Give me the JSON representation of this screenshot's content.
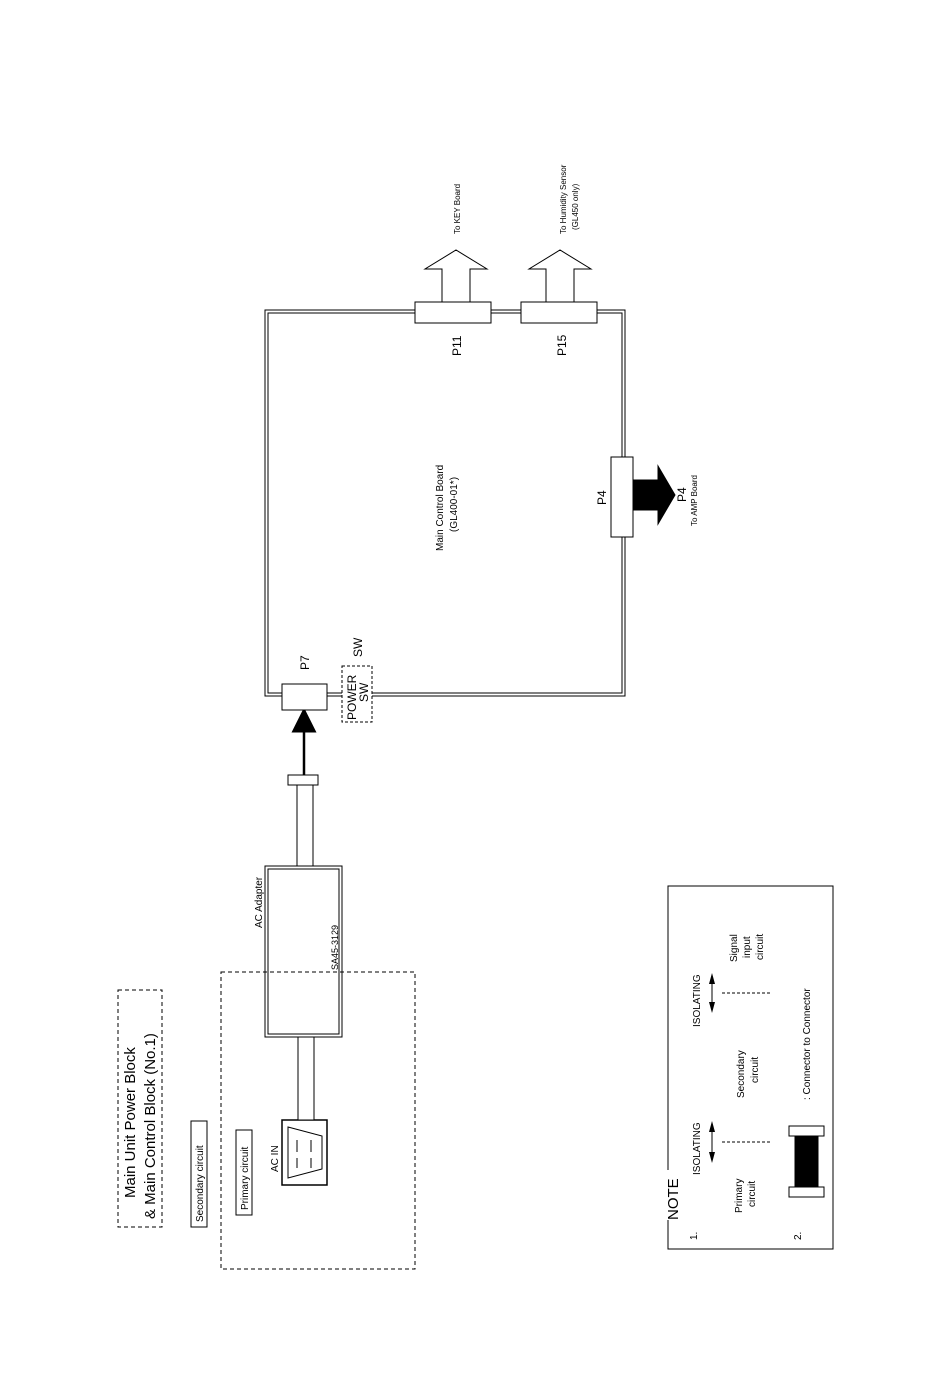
{
  "title": {
    "line1": "Main Unit Power Block",
    "line2": "& Main Control Block (No.1)"
  },
  "circuits": {
    "secondary": "Secondary circuit",
    "primary": "Primary circuit"
  },
  "ac_in": {
    "label": "AC IN"
  },
  "ac_adapter": {
    "label": "AC Adapter",
    "model": "SA45-3129"
  },
  "main_board": {
    "label_line1": "Main Control Board",
    "label_line2": "(GL400-01*)"
  },
  "connectors": {
    "p7": "P7",
    "p11": "P11",
    "p15": "P15",
    "p4": "P4",
    "p4_dest": "P4",
    "p4_dest_sub": "To AMP Board"
  },
  "power_switch": {
    "line1": "POWER",
    "line2": "SW",
    "side": "SW"
  },
  "destinations": {
    "key_board": "To KEY Board",
    "humidity_line1": "To Humidity Sensor",
    "humidity_line2": "(GL450 only)"
  },
  "note": {
    "title": "NOTE",
    "item1_number": "1.",
    "item2_number": "2.",
    "primary_line1": "Primary",
    "primary_line2": "circuit",
    "isolating_1": "ISOLATING",
    "secondary_line1": "Secondary",
    "secondary_line2": "circuit",
    "isolating_2": "ISOLATING",
    "signal_line1": "Signal",
    "signal_line2": "input",
    "signal_line3": "circuit",
    "connector_legend": ": Connector to Connector"
  }
}
